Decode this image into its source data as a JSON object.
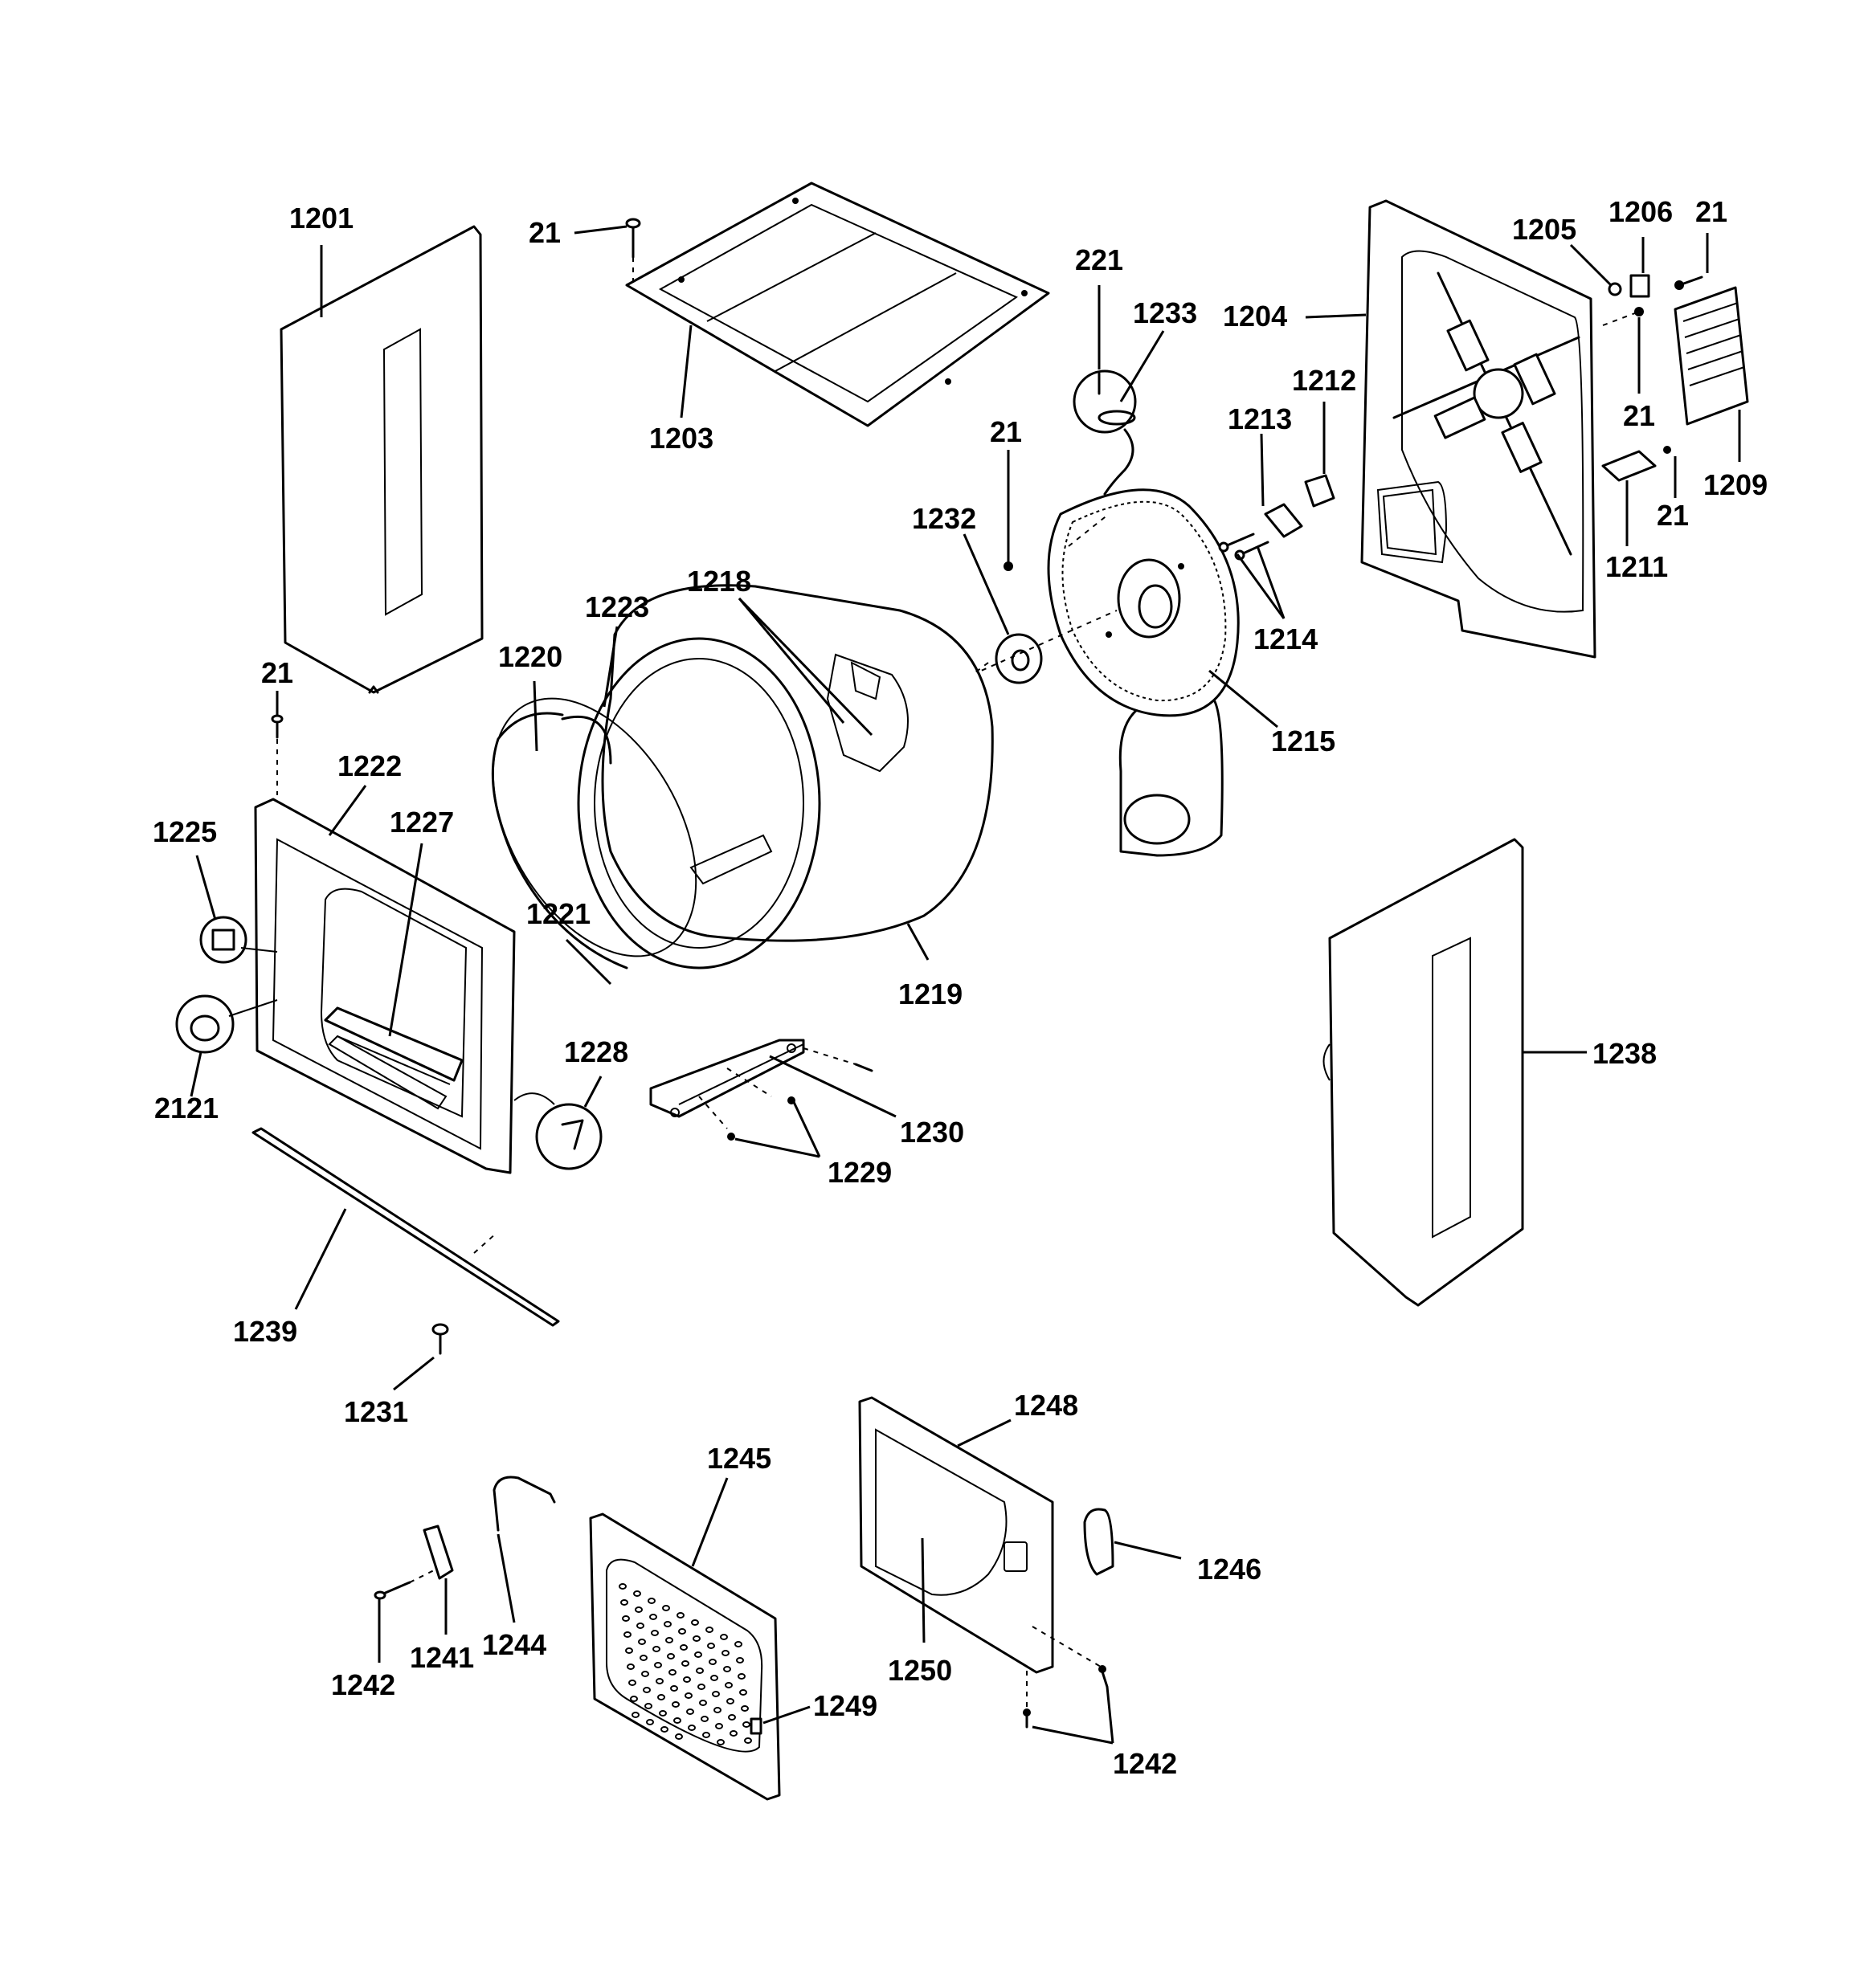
{
  "callouts": [
    {
      "id": "c1201",
      "label": "1201"
    },
    {
      "id": "c21a",
      "label": "21"
    },
    {
      "id": "c1203",
      "label": "1203"
    },
    {
      "id": "c221",
      "label": "221"
    },
    {
      "id": "c1233",
      "label": "1233"
    },
    {
      "id": "c1204",
      "label": "1204"
    },
    {
      "id": "c1205",
      "label": "1205"
    },
    {
      "id": "c1206",
      "label": "1206"
    },
    {
      "id": "c21b",
      "label": "21"
    },
    {
      "id": "c1212",
      "label": "1212"
    },
    {
      "id": "c1213",
      "label": "1213"
    },
    {
      "id": "c21c",
      "label": "21"
    },
    {
      "id": "c21d",
      "label": "21"
    },
    {
      "id": "c1209",
      "label": "1209"
    },
    {
      "id": "c21e",
      "label": "21"
    },
    {
      "id": "c1211",
      "label": "1211"
    },
    {
      "id": "c1232",
      "label": "1232"
    },
    {
      "id": "c1214",
      "label": "1214"
    },
    {
      "id": "c1218",
      "label": "1218"
    },
    {
      "id": "c1223",
      "label": "1223"
    },
    {
      "id": "c1220",
      "label": "1220"
    },
    {
      "id": "c1215",
      "label": "1215"
    },
    {
      "id": "c21f",
      "label": "21"
    },
    {
      "id": "c1222",
      "label": "1222"
    },
    {
      "id": "c1227",
      "label": "1227"
    },
    {
      "id": "c1225",
      "label": "1225"
    },
    {
      "id": "c1221",
      "label": "1221"
    },
    {
      "id": "c1219",
      "label": "1219"
    },
    {
      "id": "c2121",
      "label": "2121"
    },
    {
      "id": "c1228",
      "label": "1228"
    },
    {
      "id": "c1238",
      "label": "1238"
    },
    {
      "id": "c1230",
      "label": "1230"
    },
    {
      "id": "c1229",
      "label": "1229"
    },
    {
      "id": "c1239",
      "label": "1239"
    },
    {
      "id": "c1231",
      "label": "1231"
    },
    {
      "id": "c1248",
      "label": "1248"
    },
    {
      "id": "c1245",
      "label": "1245"
    },
    {
      "id": "c1246",
      "label": "1246"
    },
    {
      "id": "c1250",
      "label": "1250"
    },
    {
      "id": "c1249",
      "label": "1249"
    },
    {
      "id": "c1241",
      "label": "1241"
    },
    {
      "id": "c1244",
      "label": "1244"
    },
    {
      "id": "c1242a",
      "label": "1242"
    },
    {
      "id": "c1242b",
      "label": "1242"
    }
  ]
}
